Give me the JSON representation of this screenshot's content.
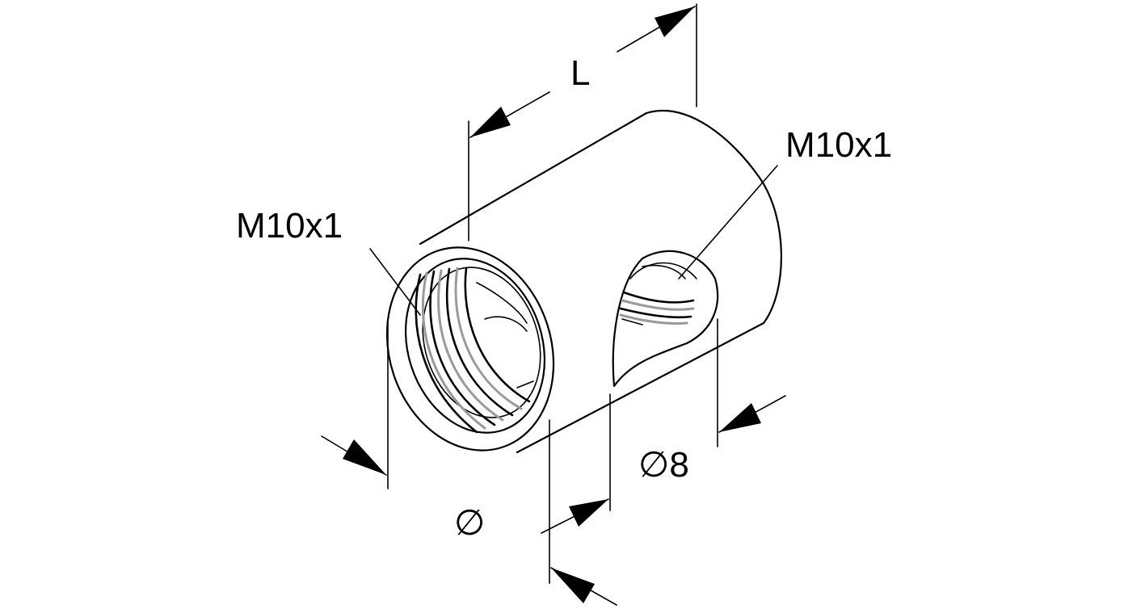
{
  "labels": {
    "length": "L",
    "thread_front": "M10x1",
    "thread_cross": "M10x1",
    "cross_hole_diameter": "∅8",
    "outer_diameter": "∅"
  }
}
